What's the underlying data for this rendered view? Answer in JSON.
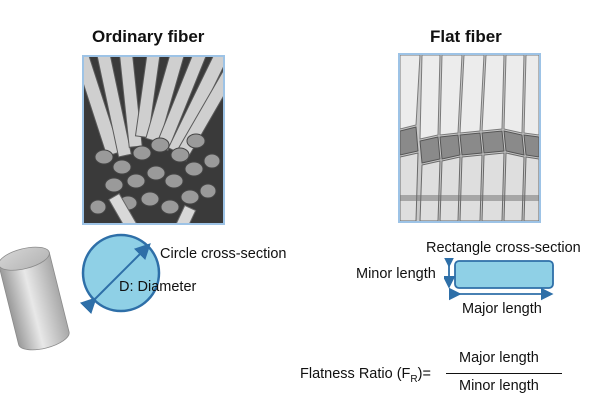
{
  "left": {
    "heading": "Ordinary fiber",
    "photo_icon": "bundle-of-round-fibers-micrograph",
    "model_icon": "cylinder",
    "circle_label": "Circle cross-section",
    "diameter_label": "D: Diameter"
  },
  "right": {
    "heading": "Flat fiber",
    "photo_icon": "layered-flat-fibers-micrograph",
    "rect_label": "Rectangle cross-section",
    "minor_label": "Minor length",
    "major_label": "Major length"
  },
  "formula": {
    "prefix": "Flatness Ratio (F",
    "subscript": "R",
    "suffix": ")=",
    "numerator": "Major length",
    "denominator": "Minor length"
  },
  "colors": {
    "shape_fill": "#8fd0e6",
    "shape_stroke": "#2e6fa8",
    "photo_border": "#9dc3e6"
  }
}
